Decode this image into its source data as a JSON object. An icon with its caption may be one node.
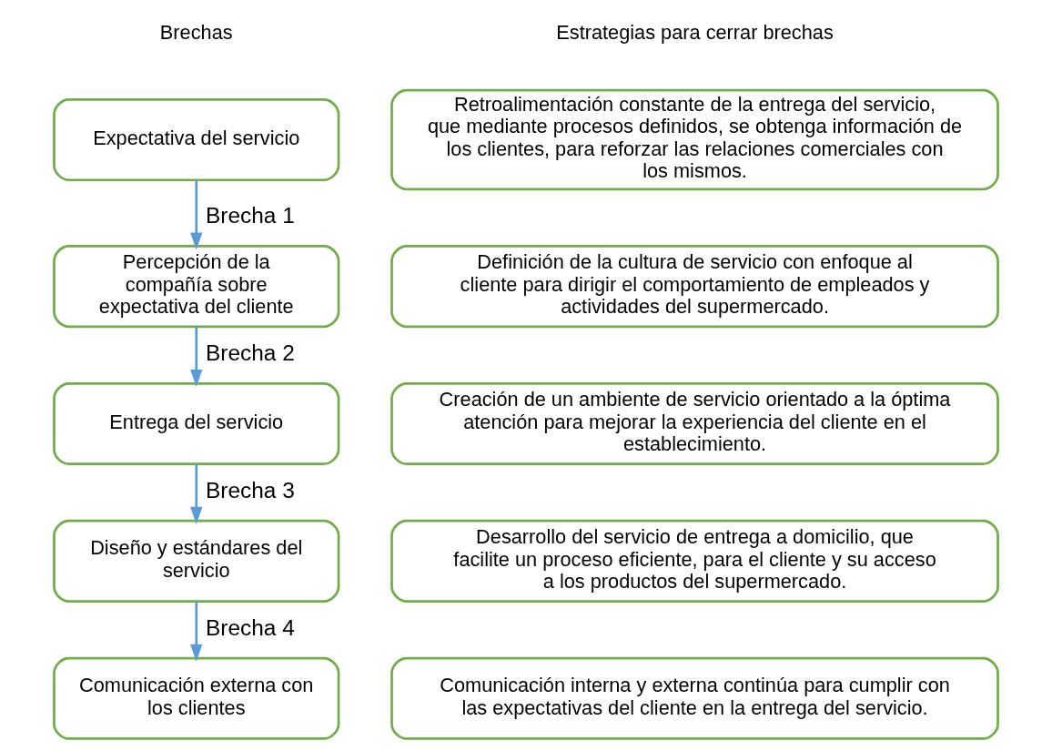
{
  "diagram": {
    "nodes": [
      {
        "text": [
          "Expectativa del servicio"
        ]
      },
      {
        "text": [
          "Percepción de la compañía sobre expectativa del cliente"
        ]
      },
      {
        "text": [
          "Entrega del servicio"
        ]
      },
      {
        "text": [
          "Diseño y estándares del servicio"
        ]
      },
      {
        "text": [
          "Comunicación externa con los clientes"
        ]
      },
      {
        "text": [
          "Retroalimentación constante de la entrega del servicio, que mediante procesos definidos, se obtenga información de los clientes, para reforzar las relaciones comerciales con los mismos."
        ]
      },
      {
        "text": [
          "Definición de la cultura de servicio con enfoque al cliente para dirigir el comportamiento de empleados y actividades del supermercado."
        ]
      },
      {
        "text": [
          "Creación de un ambiente de servicio orientado a la óptima atención para mejorar la experiencia del cliente en el establecimiento."
        ]
      },
      {
        "text": [
          "Desarrollo del servicio de entrega a domicilio, que facilite un proceso eficiente, para el cliente y su acceso a los productos del supermercado."
        ]
      },
      {
        "text": [
          "Comunicación interna y externa continúa para cumplir con las expectativas del cliente en la entrega del servicio."
        ]
      }
    ],
    "edges": [
      {
        "from": 0,
        "to": 1,
        "arrow": "to",
        "label": "Brecha 1"
      },
      {
        "from": 1,
        "to": 2,
        "arrow": "to",
        "label": "Brecha 2"
      },
      {
        "from": 2,
        "to": 3,
        "arrow": "to",
        "label": "Brecha 3"
      },
      {
        "from": 3,
        "to": 4,
        "arrow": "to",
        "label": "Brecha 4"
      }
    ],
    "labels": [
      "Brechas",
      "Estrategias para cerrar brechas"
    ]
  }
}
